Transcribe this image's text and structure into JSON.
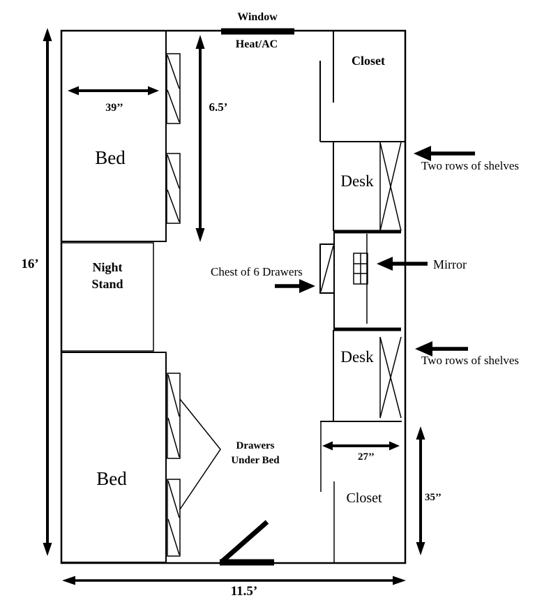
{
  "diagram": {
    "type": "floor-plan",
    "room": {
      "height_label": "16’",
      "width_label": "11.5’"
    },
    "window": {
      "label": "Window",
      "sublabel": "Heat/AC"
    },
    "furniture": {
      "bed_top": {
        "label": "Bed",
        "width": "39’’",
        "length": "6.5’"
      },
      "night_stand": {
        "label": "Night Stand"
      },
      "bed_bottom": {
        "label": "Bed",
        "note": "Drawers Under Bed"
      },
      "closet_top": {
        "label": "Closet"
      },
      "desk_top": {
        "label": "Desk",
        "note": "Two rows of shelves"
      },
      "chest": {
        "label": "Chest of 6 Drawers"
      },
      "mirror": {
        "label": "Mirror"
      },
      "desk_bottom": {
        "label": "Desk",
        "note": "Two rows of shelves"
      },
      "closet_bottom": {
        "label": "Closet",
        "width": "27’’",
        "depth": "35’’"
      }
    },
    "colors": {
      "line": "#000000",
      "background": "#ffffff"
    }
  }
}
